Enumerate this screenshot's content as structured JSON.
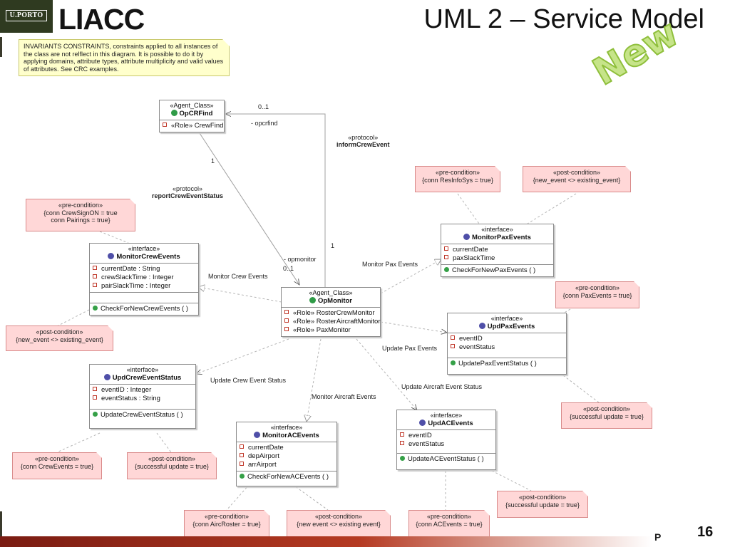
{
  "header": {
    "porto_logo": "U.PORTO",
    "lab_logo": "LIACC",
    "title": "UML 2 – Service Model",
    "new_badge": "New"
  },
  "invariant_note": "INVARIANTS CONSTRAINTS, constraints applied to all instances of the class are not relflect in this diagram. It is possible to do it by applying domains, attribute types, attribute multiplicity and valid values of attributes. See CRC examples.",
  "classes": {
    "opcrfind": {
      "stereotype": "«Agent_Class»",
      "name": "OpCRFind",
      "attributes": [
        "«Role» CrewFind"
      ]
    },
    "opmonitor": {
      "stereotype": "«Agent_Class»",
      "name": "OpMonitor",
      "attributes": [
        "«Role» RosterCrewMonitor",
        "«Role» RosterAircraftMonitor",
        "«Role» PaxMonitor"
      ]
    },
    "monitor_crew": {
      "stereotype": "«interface»",
      "name": "MonitorCrewEvents",
      "attributes": [
        "currentDate : String",
        "crewSlackTime : Integer",
        "pairSlackTime : Integer"
      ],
      "operations": [
        "CheckForNewCrewEvents ( )"
      ]
    },
    "monitor_pax": {
      "stereotype": "«interface»",
      "name": "MonitorPaxEvents",
      "attributes": [
        "currentDate",
        "paxSlackTime"
      ],
      "operations": [
        "CheckForNewPaxEvents ( )"
      ]
    },
    "upd_pax": {
      "stereotype": "«interface»",
      "name": "UpdPaxEvents",
      "attributes": [
        "eventID",
        "eventStatus"
      ],
      "operations": [
        "UpdatePaxEventStatus ( )"
      ]
    },
    "upd_crew": {
      "stereotype": "«interface»",
      "name": "UpdCrewEventStatus",
      "attributes": [
        "eventID : Integer",
        "eventStatus : String"
      ],
      "operations": [
        "UpdateCrewEventStatus ( )"
      ]
    },
    "monitor_ac": {
      "stereotype": "«interface»",
      "name": "MonitorACEvents",
      "attributes": [
        "currentDate",
        "depAirport",
        "arrAirport"
      ],
      "operations": [
        "CheckForNewACEvents ( )"
      ]
    },
    "upd_ac": {
      "stereotype": "«interface»",
      "name": "UpdACEvents",
      "attributes": [
        "eventID",
        "eventStatus"
      ],
      "operations": [
        "UpdateACEventStatus ( )"
      ]
    }
  },
  "notes": {
    "crew_pre": [
      "«pre-condition»",
      "{conn CrewSignON = true",
      "conn Pairings = true}"
    ],
    "crew_post": [
      "«post-condition»",
      "{new_event <> existing_event}"
    ],
    "pax_pre": [
      "«pre-condition»",
      "{conn ResInfoSys = true}"
    ],
    "pax_post": [
      "«post-condition»",
      "{new_event <> existing_event}"
    ],
    "updpax_pre": [
      "«pre-condition»",
      "{conn PaxEvents = true}"
    ],
    "updpax_post": [
      "«post-condition»",
      "{successful update = true}"
    ],
    "updcrew_pre": [
      "«pre-condition»",
      "{conn CrewEvents = true}"
    ],
    "updcrew_post": [
      "«post-condition»",
      "{successful update = true}"
    ],
    "ac_pre": [
      "«pre-condition»",
      "{conn AircRoster = true}"
    ],
    "ac_post": [
      "«post-condition»",
      "{new event <> existing event}"
    ],
    "updac_pre": [
      "«pre-condition»",
      "{conn ACEvents = true}"
    ],
    "updac_post": [
      "«post-condition»",
      "{successful update = true}"
    ]
  },
  "labels": {
    "mult_0_1_top": "0..1",
    "opcrfind_role": "- opcrfind",
    "protocol_inform_st": "«protocol»",
    "protocol_inform": "informCrewEvent",
    "mult_1_left": "1",
    "protocol_report_st": "«protocol»",
    "protocol_report": "reportCrewEventStatus",
    "mult_1_right": "1",
    "opmonitor_role": "- opmonitor",
    "mult_0_1_mid": "0..1",
    "monitor_crew_events": "Monitor Crew Events",
    "monitor_pax_events": "Monitor Pax Events",
    "update_pax_events": "Update Pax Events",
    "update_crew_event_status": "Update Crew Event Status",
    "monitor_aircraft_events": "Monitor Aircraft Events",
    "update_aircraft_event_status": "Update Aircraft Event Status"
  },
  "footer": {
    "letter": "P",
    "page": "16"
  },
  "colors": {
    "note_fill": "#ffd7d7",
    "invariant_fill": "#ffffcc",
    "footer_red": "#7a1c12",
    "new_green": "#c6e489"
  }
}
